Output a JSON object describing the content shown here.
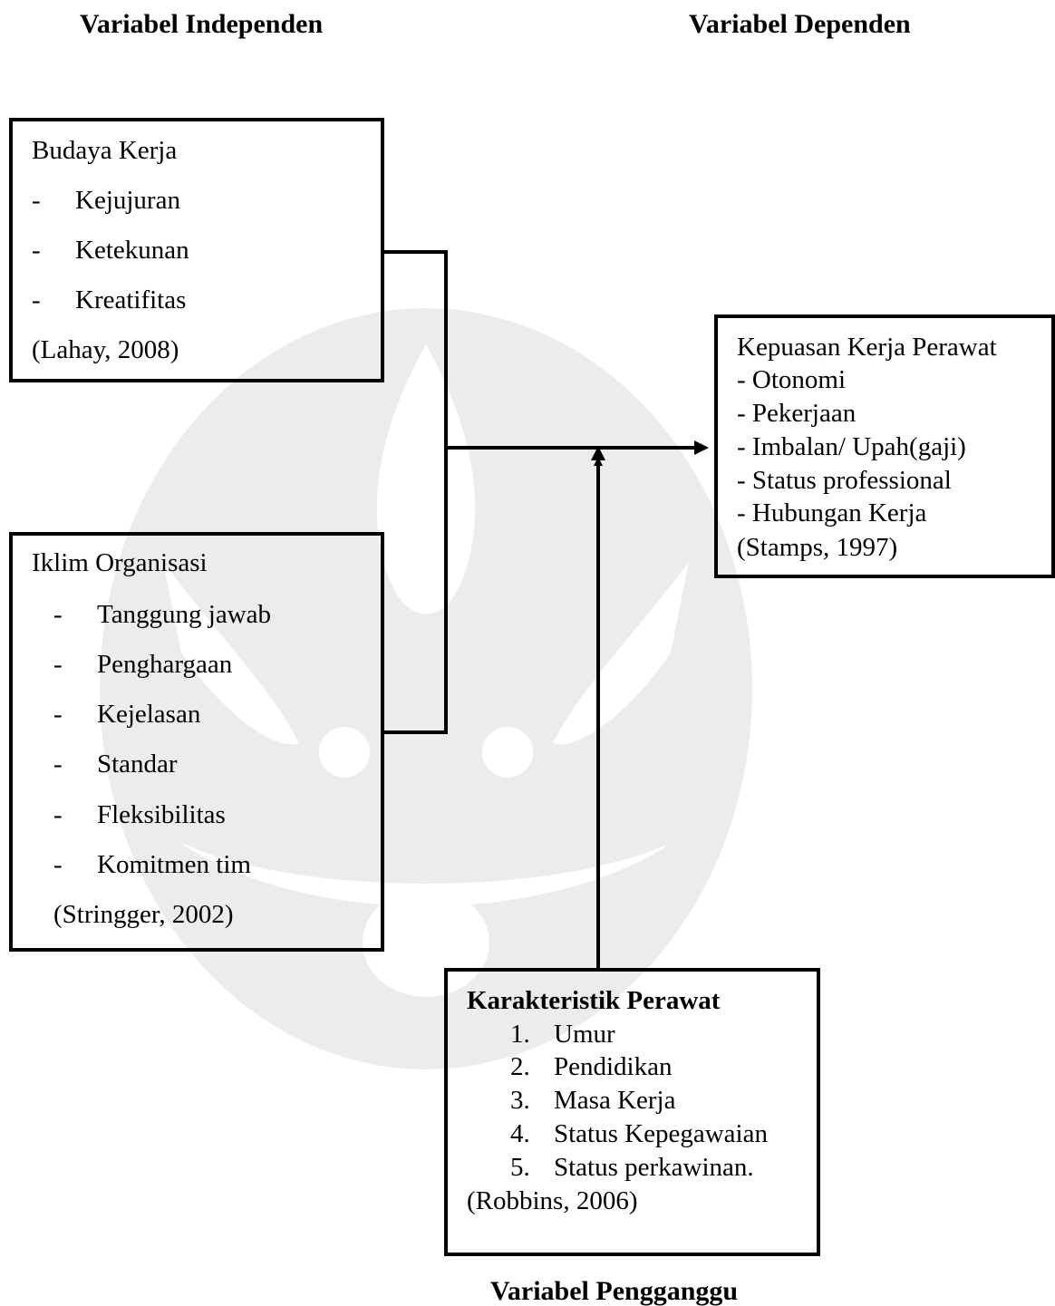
{
  "headings": {
    "independent": "Variabel Independen",
    "dependent": "Variabel Dependen",
    "confounding": "Variabel Pengganggu"
  },
  "budaya_kerja": {
    "title": "Budaya Kerja",
    "items": [
      "Kejujuran",
      "Ketekunan",
      "Kreatifitas"
    ],
    "source": "(Lahay, 2008)"
  },
  "iklim_organisasi": {
    "title": "Iklim Organisasi",
    "items": [
      "Tanggung jawab",
      "Penghargaan",
      "Kejelasan",
      "Standar",
      "Fleksibilitas",
      "Komitmen tim"
    ],
    "source": "(Stringger, 2002)"
  },
  "kepuasan_kerja": {
    "title": "Kepuasan Kerja Perawat",
    "items": [
      "- Otonomi",
      "- Pekerjaan",
      "- Imbalan/ Upah(gaji)",
      "- Status professional",
      "- Hubungan Kerja"
    ],
    "source": "(Stamps, 1997)"
  },
  "karakteristik": {
    "title": "Karakteristik Perawat",
    "numbers": [
      "1.",
      "2.",
      "3.",
      "4.",
      "5."
    ],
    "items": [
      "Umur",
      "Pendidikan",
      "Masa Kerja",
      "Status Kepegawaian",
      "Status perkawinan."
    ],
    "source": "(Robbins, 2006)"
  },
  "bullet": "-"
}
